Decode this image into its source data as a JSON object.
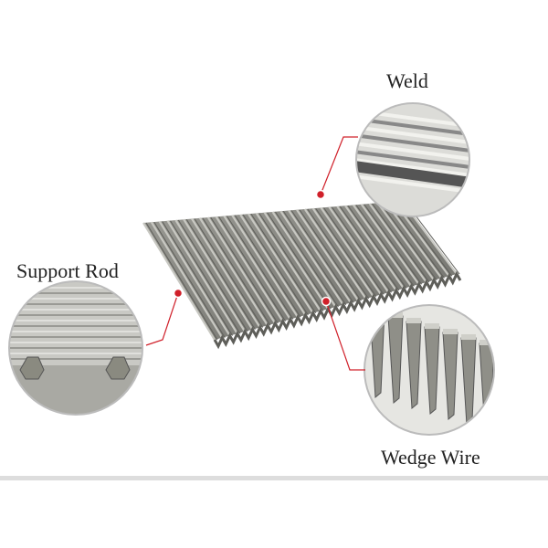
{
  "labels": {
    "weld": "Weld",
    "support_rod": "Support Rod",
    "wedge_wire": "Wedge Wire"
  },
  "colors": {
    "callout": "#d0202a",
    "metal": "#8c8c86",
    "metal_light": "#c4c4bd"
  }
}
